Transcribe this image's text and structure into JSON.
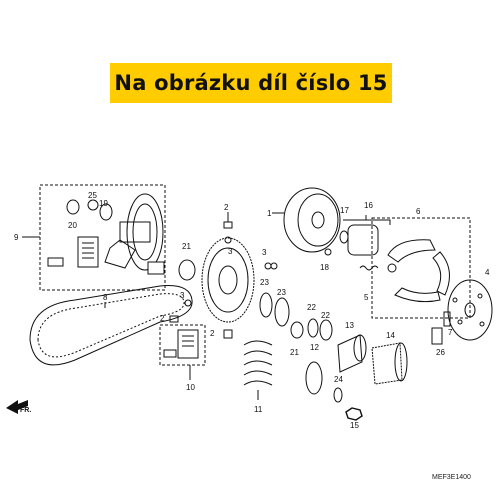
{
  "banner": {
    "text": "Na obrázku díl číslo 15",
    "color": "#ffcc00"
  },
  "diagram_code": "MEF3E1400",
  "front_marker": "FR.",
  "callouts": [
    "1",
    "2",
    "3",
    "4",
    "5",
    "6",
    "7",
    "8",
    "9",
    "10",
    "11",
    "12",
    "13",
    "14",
    "15",
    "16",
    "17",
    "18",
    "19",
    "20",
    "21",
    "22",
    "23",
    "24",
    "25",
    "26"
  ]
}
